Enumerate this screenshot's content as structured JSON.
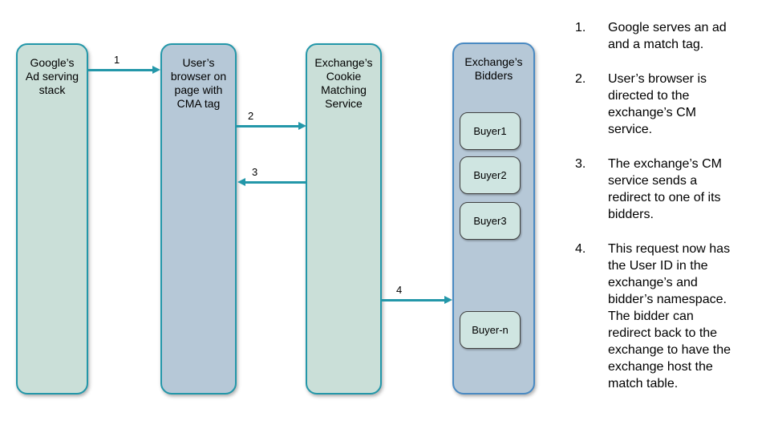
{
  "colors": {
    "teal": "#2397a9",
    "green-fill": "#cadfd8",
    "blue-fill": "#b6c8d7",
    "bidders-border": "#4a8ac2",
    "buyer-fill": "#cfe5e1",
    "buyer-border": "#404040"
  },
  "nodes": {
    "google": {
      "label": "Google’s\nAd serving\nstack"
    },
    "browser": {
      "label": "User’s\nbrowser on\npage with\nCMA tag"
    },
    "cm": {
      "label": "Exchange’s\nCookie\nMatching\nService"
    },
    "bidders": {
      "label": "Exchange’s\nBidders"
    }
  },
  "buyers": [
    "Buyer1",
    "Buyer2",
    "Buyer3",
    "Buyer-n"
  ],
  "arrows": [
    {
      "label": "1"
    },
    {
      "label": "2"
    },
    {
      "label": "3"
    },
    {
      "label": "4"
    }
  ],
  "steps": [
    {
      "num": "1.",
      "text": "Google serves an ad\nand a match tag."
    },
    {
      "num": "2.",
      "text": "User’s browser is\ndirected to the\nexchange’s CM\nservice."
    },
    {
      "num": "3.",
      "text": "The exchange’s CM\nservice sends a\nredirect to one of its\nbidders."
    },
    {
      "num": "4.",
      "text": "This request now has\nthe User ID in the\nexchange’s and\nbidder’s namespace.\nThe bidder can\nredirect back to the\nexchange to have the\nexchange host the\nmatch table."
    }
  ]
}
